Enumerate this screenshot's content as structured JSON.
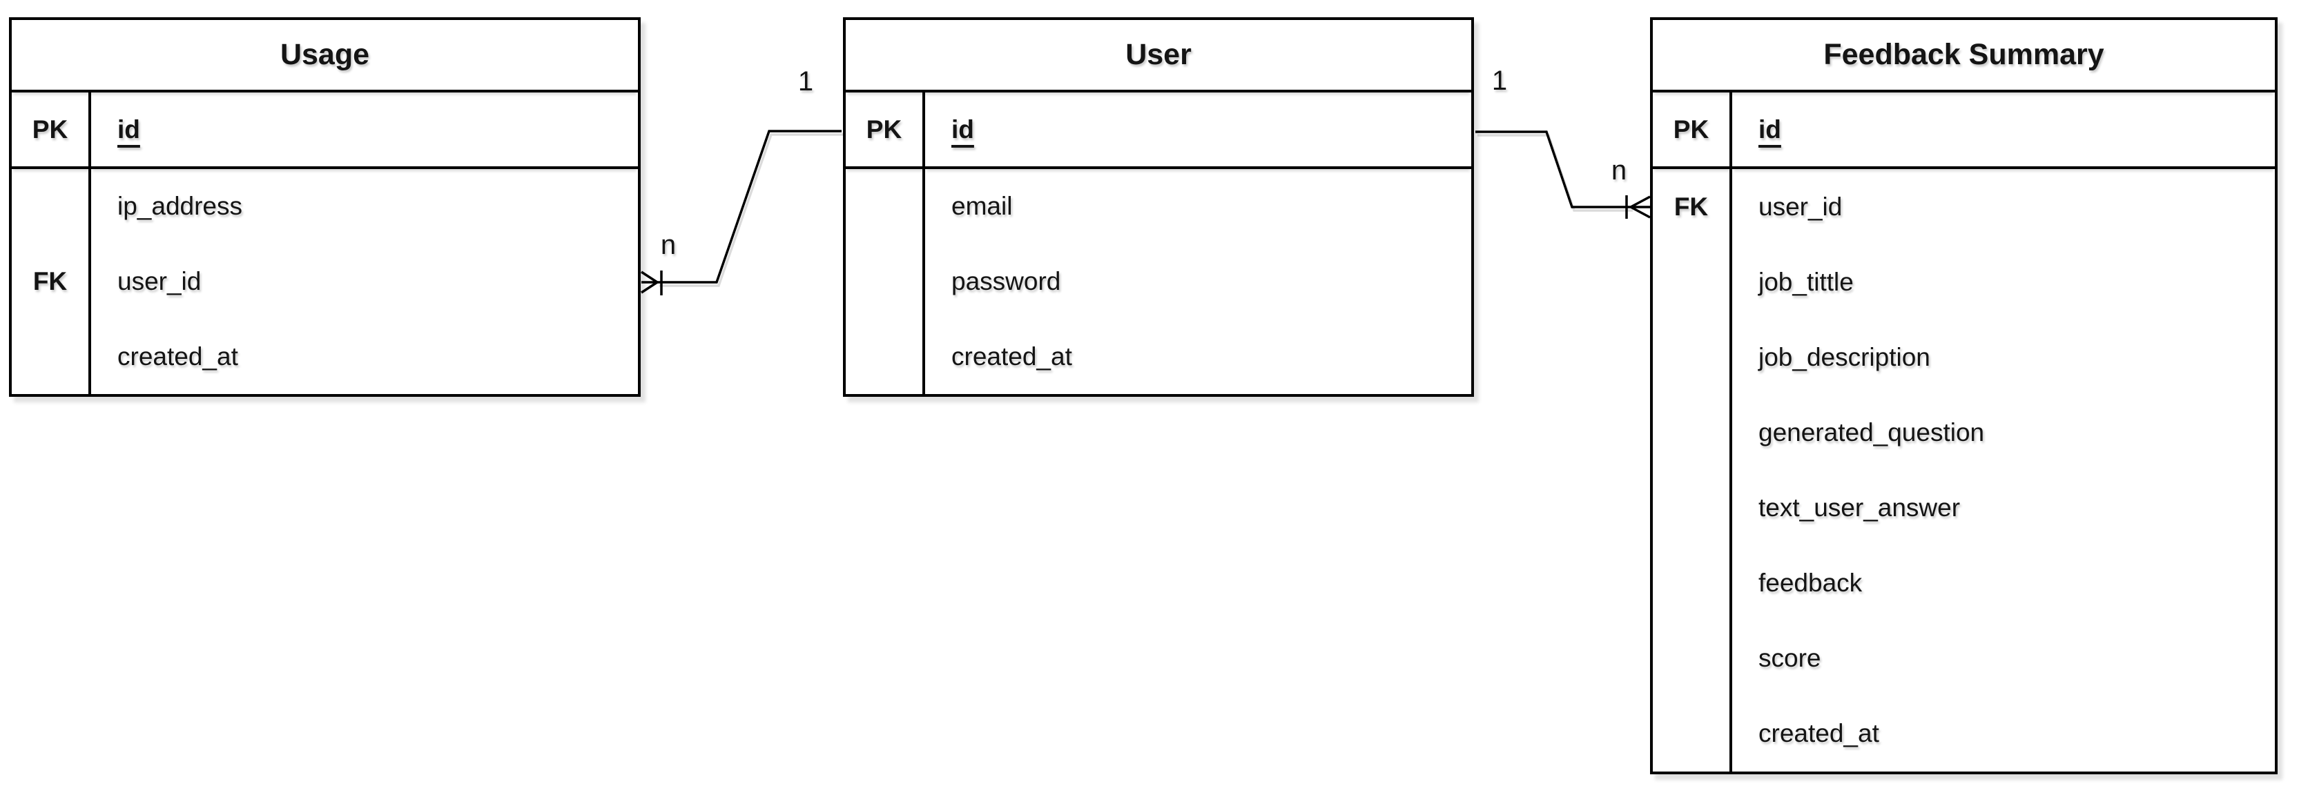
{
  "diagram_type": "entity-relationship",
  "colors": {
    "background": "#ffffff",
    "line": "#000000",
    "text": "#141414"
  },
  "entities": [
    {
      "name": "Usage",
      "rows": [
        {
          "key": "PK",
          "field": "id"
        },
        {
          "key": "",
          "field": "ip_address"
        },
        {
          "key": "FK",
          "field": "user_id"
        },
        {
          "key": "",
          "field": "created_at"
        }
      ]
    },
    {
      "name": "User",
      "rows": [
        {
          "key": "PK",
          "field": "id"
        },
        {
          "key": "",
          "field": "email"
        },
        {
          "key": "",
          "field": "password"
        },
        {
          "key": "",
          "field": "created_at"
        }
      ]
    },
    {
      "name": "Feedback Summary",
      "rows": [
        {
          "key": "PK",
          "field": "id"
        },
        {
          "key": "FK",
          "field": "user_id"
        },
        {
          "key": "",
          "field": "job_tittle"
        },
        {
          "key": "",
          "field": "job_description"
        },
        {
          "key": "",
          "field": "generated_question"
        },
        {
          "key": "",
          "field": "text_user_answer"
        },
        {
          "key": "",
          "field": "feedback"
        },
        {
          "key": "",
          "field": "score"
        },
        {
          "key": "",
          "field": "created_at"
        }
      ]
    }
  ],
  "relationships": [
    {
      "from_entity": "User",
      "to_entity": "Usage",
      "one_label": "1",
      "many_label": "n"
    },
    {
      "from_entity": "User",
      "to_entity": "Feedback Summary",
      "one_label": "1",
      "many_label": "n"
    }
  ]
}
